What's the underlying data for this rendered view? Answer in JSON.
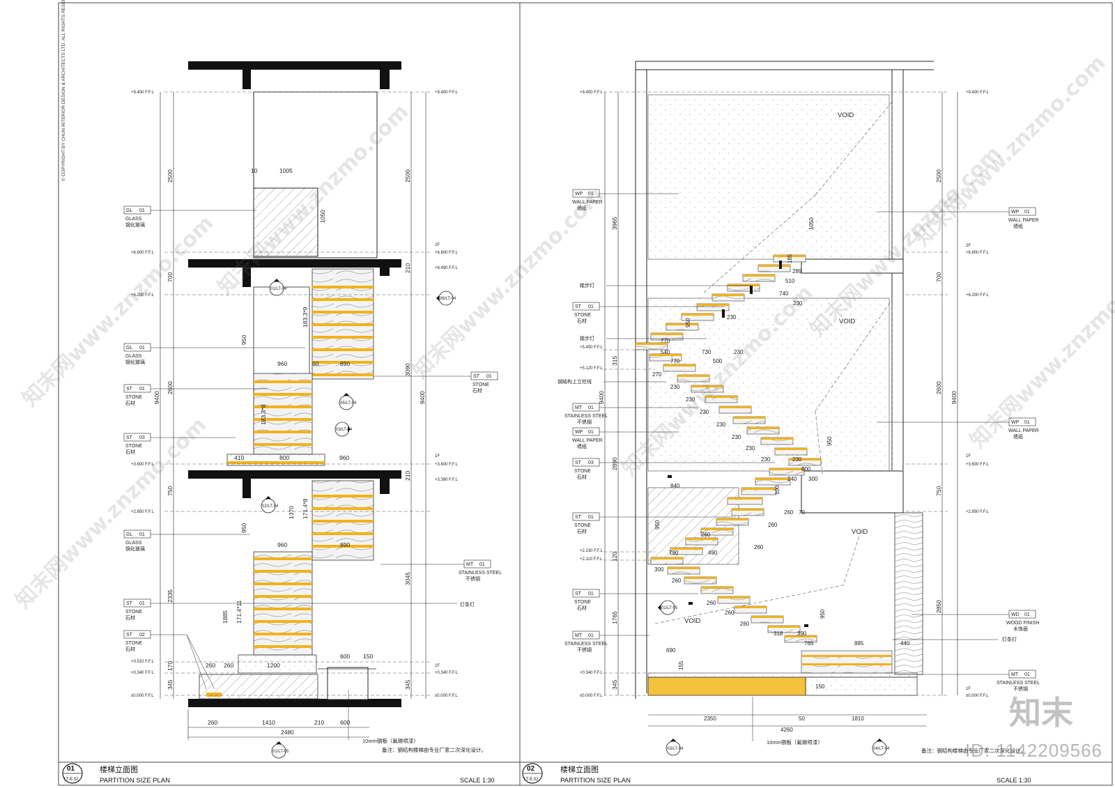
{
  "copyright": "© COPYRIGHT BY CHUN INTERIOR DESIGN & ARCHITECTS LTD. ALL RIGHTS RESERVED.",
  "watermark": "知末网www.znzmo.com",
  "brand": "知末",
  "image_id": "ID: 1142209566",
  "panels": [
    {
      "number": "01",
      "ref": "LT-E.02",
      "title_cn": "楼梯立面图",
      "title_en": "PARTITION SIZE PLAN",
      "scale": "SCALE  1:30",
      "remark": "备注：钢结构楼梯由专业厂家二次深化设计。",
      "steel_note": "10mm钢板（氟碳喷漆）",
      "levels": [
        "+9.400 F.F.L",
        "+6.800 F.F.L",
        "+6.200 F.F.L",
        "+3.600 F.F.L",
        "+2.850 F.F.L",
        "+0.510 F.F.L",
        "+0.340 F.F.L",
        "±0.000 F.F.L"
      ],
      "right_levels": [
        "+9.400 F.F.L",
        "+6.800 F.F.L",
        "+6.490 F.F.L",
        "+3.600 F.F.L",
        "+3.390 F.F.L",
        "+0.340 F.F.L",
        "±0.000 F.F.L"
      ],
      "floors": [
        "2F",
        "1F",
        "1F"
      ],
      "left_dims": [
        "2500",
        "700",
        "2600",
        "750",
        "2335",
        "170",
        "345"
      ],
      "total": "9400",
      "right_dims": [
        "2500",
        "210",
        "3090",
        "210",
        "3045",
        "345"
      ],
      "tags": [
        {
          "code": "GL",
          "num": "01",
          "en": "GLASS",
          "cn": "钢化玻璃"
        },
        {
          "code": "GL",
          "num": "01",
          "en": "GLASS",
          "cn": "钢化玻璃"
        },
        {
          "code": "ST",
          "num": "01",
          "en": "STONE",
          "cn": "石材"
        },
        {
          "code": "ST",
          "num": "03",
          "en": "STONE",
          "cn": "石材"
        },
        {
          "code": "GL",
          "num": "01",
          "en": "GLASS",
          "cn": "钢化玻璃"
        },
        {
          "code": "ST",
          "num": "01",
          "en": "STONE",
          "cn": "石材"
        },
        {
          "code": "ST",
          "num": "02",
          "en": "STONE",
          "cn": "石材"
        }
      ],
      "right_tags": [
        {
          "code": "ST",
          "num": "01",
          "en": "STONE",
          "cn": "石材"
        },
        {
          "code": "MT",
          "num": "01",
          "en": "STAINLESS STEEL",
          "cn": "不锈钢"
        }
      ],
      "light_note": "灯条灯",
      "inner_dims": [
        "10",
        "1005",
        "1050",
        "183.3*9",
        "950",
        "960",
        "50",
        "890",
        "183.3*8",
        "410",
        "800",
        "960",
        "950",
        "1370",
        "171.4*8",
        "960",
        "890",
        "1885",
        "171.4*11",
        "1200",
        "600",
        "150",
        "260",
        "260",
        "2480",
        "260",
        "1410",
        "210",
        "600"
      ],
      "section_marks": [
        "01/LT-04",
        "05/LT-04",
        "03/LT-04",
        "02/LT-04",
        "06/LT-04",
        "01/LT-05"
      ]
    },
    {
      "number": "02",
      "ref": "LT-E.02",
      "title_cn": "楼梯立面图",
      "title_en": "PARTITION SIZE PLAN",
      "scale": "SCALE  1:30",
      "remark": "备注：钢结构楼梯由专业厂家二次深化设计。",
      "steel_note": "10mm钢板（氟碳喷漆）",
      "levels": [
        "+9.400 F.F.L",
        "+5.450 F.F.L",
        "+5.120 F.F.L",
        "+2.230 F.F.L",
        "+2.110 F.F.L",
        "+0.340 F.F.L",
        "±0.000 F.F.L"
      ],
      "right_levels": [
        "+9.400 F.F.L",
        "+6.800 F.F.L",
        "+6.200 F.F.L",
        "+3.600 F.F.L",
        "+2.850 F.F.L",
        "±0.000 F.F.L"
      ],
      "floors": [
        "2F",
        "1F",
        "1F"
      ],
      "left_dims": [
        "3965",
        "315",
        "2890",
        "120",
        "1765",
        "345"
      ],
      "total": "9400",
      "right_dims": [
        "2500",
        "700",
        "2600",
        "750",
        "2850"
      ],
      "tags": [
        {
          "code": "WP",
          "num": "01",
          "en": "WALL PAPER",
          "cn": "墙纸"
        },
        {
          "code": "ST",
          "num": "01",
          "en": "STONE",
          "cn": "石材"
        },
        {
          "code": "MT",
          "num": "01",
          "en": "STAINLESS STEEL",
          "cn": "不锈钢"
        },
        {
          "code": "WP",
          "num": "01",
          "en": "WALL PAPER",
          "cn": "墙纸"
        },
        {
          "code": "ST",
          "num": "03",
          "en": "STONE",
          "cn": "石材"
        },
        {
          "code": "ST",
          "num": "01",
          "en": "STONE",
          "cn": "石材"
        },
        {
          "code": "ST",
          "num": "01",
          "en": "STONE",
          "cn": "石材"
        },
        {
          "code": "MT",
          "num": "01",
          "en": "STAINLESS STEEL",
          "cn": "不锈钢"
        }
      ],
      "right_tags": [
        {
          "code": "WP",
          "num": "01",
          "en": "WALL PAPER",
          "cn": "墙纸"
        },
        {
          "code": "WP",
          "num": "01",
          "en": "WALL PAPER",
          "cn": "墙纸"
        },
        {
          "code": "WD",
          "num": "01",
          "en": "WOOD FINISH",
          "cn": "木饰面"
        },
        {
          "code": "MT",
          "num": "01",
          "en": "STAINLESS STEEL",
          "cn": "不锈钢"
        }
      ],
      "labels": {
        "void": "VOID",
        "step_light": "踏步灯",
        "col_line": "钢结构上立柱线",
        "light_strip": "灯条灯"
      },
      "inner_dims": [
        "1050",
        "185",
        "289",
        "510",
        "740",
        "230",
        "950",
        "230",
        "770",
        "540",
        "730",
        "230",
        "770",
        "500",
        "270",
        "230",
        "230",
        "230",
        "230",
        "230",
        "230",
        "230",
        "950",
        "230",
        "800",
        "300",
        "240",
        "100",
        "260",
        "70",
        "840",
        "950",
        "260",
        "260",
        "490",
        "260",
        "790",
        "300",
        "260",
        "260",
        "260",
        "260",
        "950",
        "318",
        "390",
        "765",
        "150",
        "885",
        "440",
        "690",
        "155",
        "2350",
        "50",
        "1810",
        "4260"
      ],
      "section_marks": [
        "01/LT-05",
        "03/LT-04",
        "04/LT-04"
      ]
    }
  ]
}
